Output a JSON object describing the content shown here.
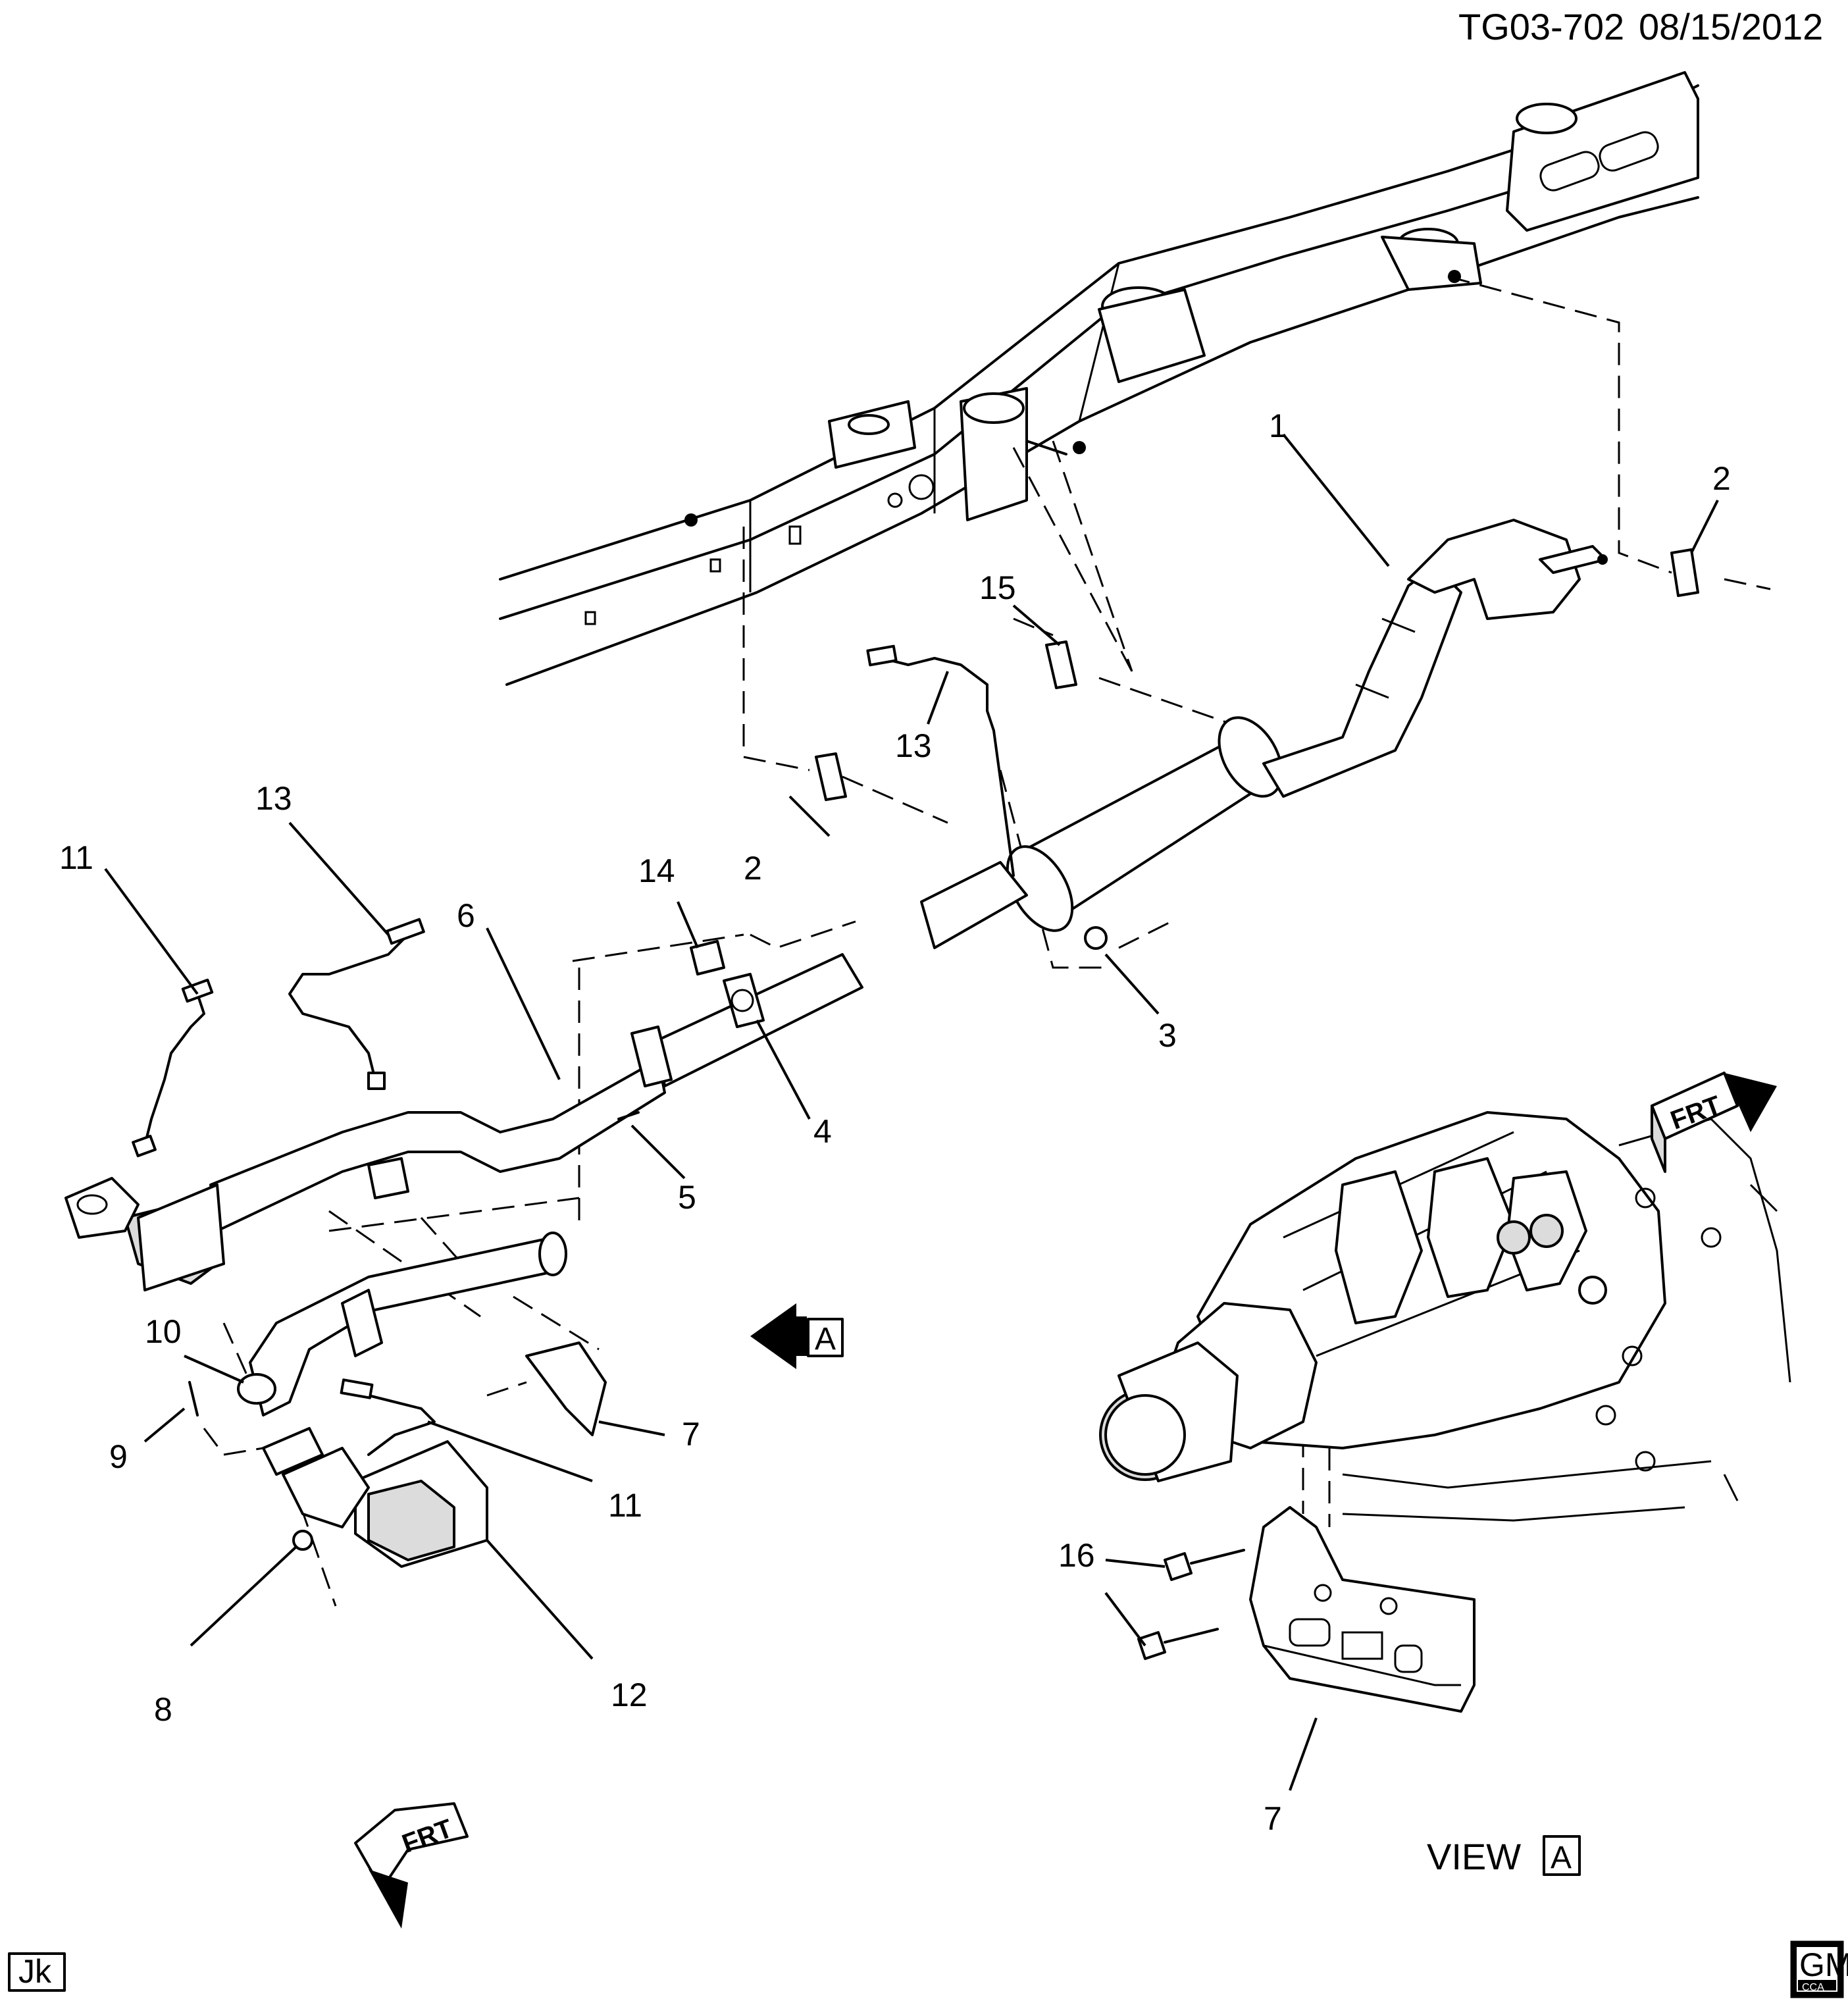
{
  "header": {
    "drawing_number": "TG03-702",
    "date": "08/15/2012"
  },
  "callouts": {
    "c1": "1",
    "c2_top": "2",
    "c2_mid": "2",
    "c3": "3",
    "c4": "4",
    "c5": "5",
    "c6": "6",
    "c7_left": "7",
    "c7_view": "7",
    "c8": "8",
    "c9": "9",
    "c10": "10",
    "c11_top": "11",
    "c11_low": "11",
    "c12": "12",
    "c13_left": "13",
    "c13_mid": "13",
    "c14": "14",
    "c15": "15",
    "c16": "16"
  },
  "view_reference": {
    "arrow_letter": "A",
    "view_word": "VIEW",
    "view_letter": "A"
  },
  "front_indicators": {
    "upper_right": "FRT",
    "lower_left": "FRT"
  },
  "footer": {
    "initials": "Jk",
    "logo_text": "GM",
    "logo_subtext": "CCA"
  }
}
